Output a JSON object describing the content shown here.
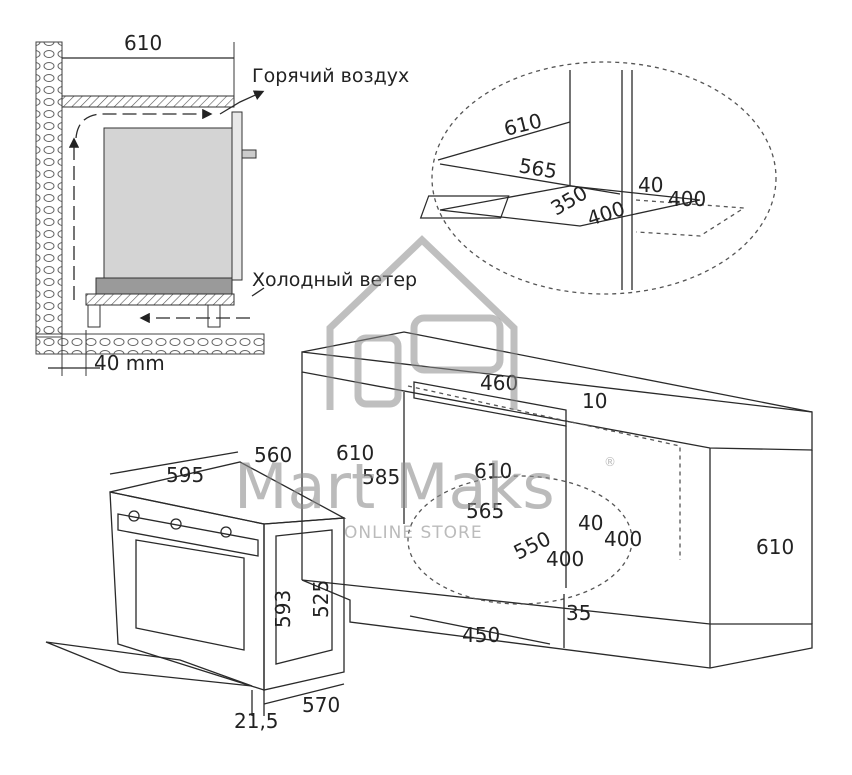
{
  "labels": {
    "hot_air": "Горячий воздух",
    "cold_air": "Холодный ветер"
  },
  "dims": {
    "side_610": "610",
    "side_40mm": "40 mm",
    "inset_610": "610",
    "inset_565": "565",
    "inset_40": "40",
    "inset_400a": "400",
    "inset_350": "350",
    "inset_400b": "400",
    "cab_460": "460",
    "cab_10": "10",
    "cab_610_left": "610",
    "cab_585": "585",
    "cab_610_inner": "610",
    "cab_565": "565",
    "cab_40": "40",
    "cab_400a": "400",
    "cab_550": "550",
    "cab_400b": "400",
    "cab_610_right": "610",
    "cab_35": "35",
    "cab_450": "450",
    "oven_595": "595",
    "oven_560": "560",
    "oven_593": "593",
    "oven_525": "525",
    "oven_21_5": "21,5",
    "oven_570": "570"
  },
  "watermark": {
    "brand": "Mart Maks",
    "subtitle": "ONLINE STORE",
    "registered": "®"
  },
  "colors": {
    "line": "#2a2a2a",
    "oven_body": "#d4d4d4",
    "shelf": "#9a9a9a",
    "watermark": "#8e8e8e"
  }
}
